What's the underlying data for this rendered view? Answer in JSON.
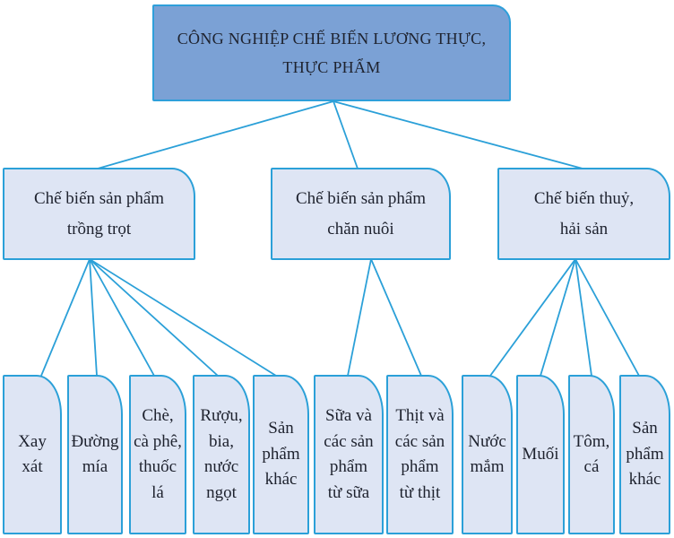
{
  "diagram": {
    "root": {
      "label": "CÔNG NGHIỆP CHẾ BIẾN LƯƠNG THỰC,\nTHỰC PHẨM"
    },
    "branches": [
      {
        "label": "Chế biến sản phẩm\ntrồng trọt",
        "children": [
          "Xay\nxát",
          "Đường\nmía",
          "Chè,\ncà phê,\nthuốc\nlá",
          "Rượu,\nbia,\nnước\nngọt",
          "Sản\nphẩm\nkhác"
        ]
      },
      {
        "label": "Chế biến sản phẩm\nchăn nuôi",
        "children": [
          "Sữa và\ncác sản\nphẩm\ntừ sữa",
          "Thịt và\ncác sản\nphẩm\ntừ thịt"
        ]
      },
      {
        "label": "Chế biến thuỷ,\nhải sản",
        "children": [
          "Nước\nmắm",
          "Muối",
          "Tôm,\ncá",
          "Sản\nphẩm\nkhác"
        ]
      }
    ],
    "colors": {
      "accent": "#2BA0D8",
      "root_fill": "#7BA1D5",
      "node_fill": "#DEE5F4",
      "text": "#1E222E"
    }
  }
}
